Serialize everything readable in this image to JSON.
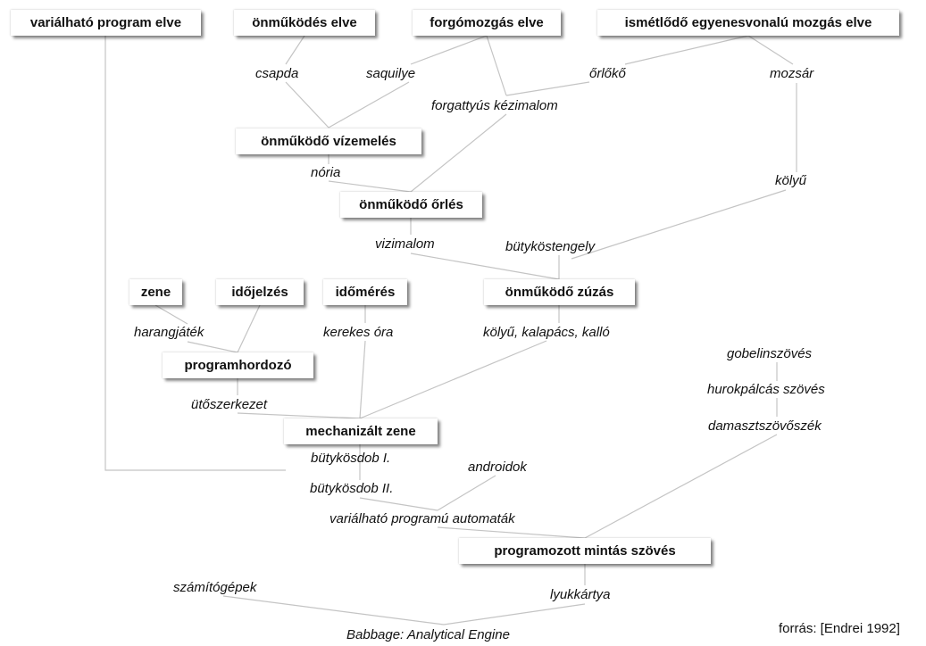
{
  "boxes": {
    "variable_program": "variálható program elve",
    "automatic": "önműködés elve",
    "rotary": "forgómozgás elve",
    "repetitive_linear": "ismétlődő egyenesvonalú mozgás elve",
    "auto_water_lifting": "önműködő vízemelés",
    "auto_grinding": "önműködő őrlés",
    "music": "zene",
    "time_signal": "időjelzés",
    "time_measure": "időmérés",
    "auto_crushing": "önműködő zúzás",
    "program_carrier": "programhordozó",
    "mechanized_music": "mechanizált zene",
    "programmed_weaving": "programozott mintás szövés"
  },
  "labels": {
    "csapda": "csapda",
    "saquilye": "saquilye",
    "orloko": "őrlőkő",
    "mozsar": "mozsár",
    "forgattyus": "forgattyús kézimalom",
    "noria": "nória",
    "kolyu": "kölyű",
    "vizimalom": "vizimalom",
    "butykostengely": "bütyköstengely",
    "harangjatek": "harangjáték",
    "kerekes_ora": "kerekes óra",
    "kolyu_kalapacs": "kölyű, kalapács, kalló",
    "gobelin": "gobelinszövés",
    "hurokpalcas": "hurokpálcás szövés",
    "damaszt": "damasztszövőszék",
    "utoszerkezet": "ütőszerkezet",
    "butykosdob1": "bütykösdob I.",
    "androidok": "androidok",
    "butykosdob2": "bütykösdob II.",
    "automatak": "variálható programú automaták",
    "szamitogepek": "számítógépek",
    "lyukkartya": "lyukkártya",
    "babbage": "Babbage: Analytical Engine"
  },
  "source": "forrás: [Endrei 1992]"
}
